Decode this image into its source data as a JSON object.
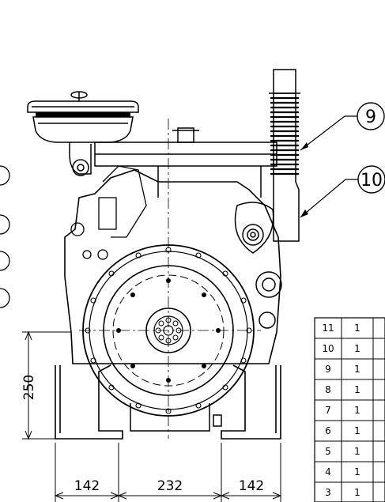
{
  "callouts": [
    "9",
    "10"
  ],
  "dimensions": {
    "height_left": "250",
    "width_left": "142",
    "width_center": "232",
    "width_right": "142"
  },
  "parts_table": {
    "rows": [
      {
        "item": "11",
        "qty": "1"
      },
      {
        "item": "10",
        "qty": "1"
      },
      {
        "item": "9",
        "qty": "1"
      },
      {
        "item": "8",
        "qty": "1"
      },
      {
        "item": "7",
        "qty": "1"
      },
      {
        "item": "6",
        "qty": "1"
      },
      {
        "item": "5",
        "qty": "1"
      },
      {
        "item": "4",
        "qty": "1"
      },
      {
        "item": "3",
        "qty": "1"
      }
    ]
  }
}
